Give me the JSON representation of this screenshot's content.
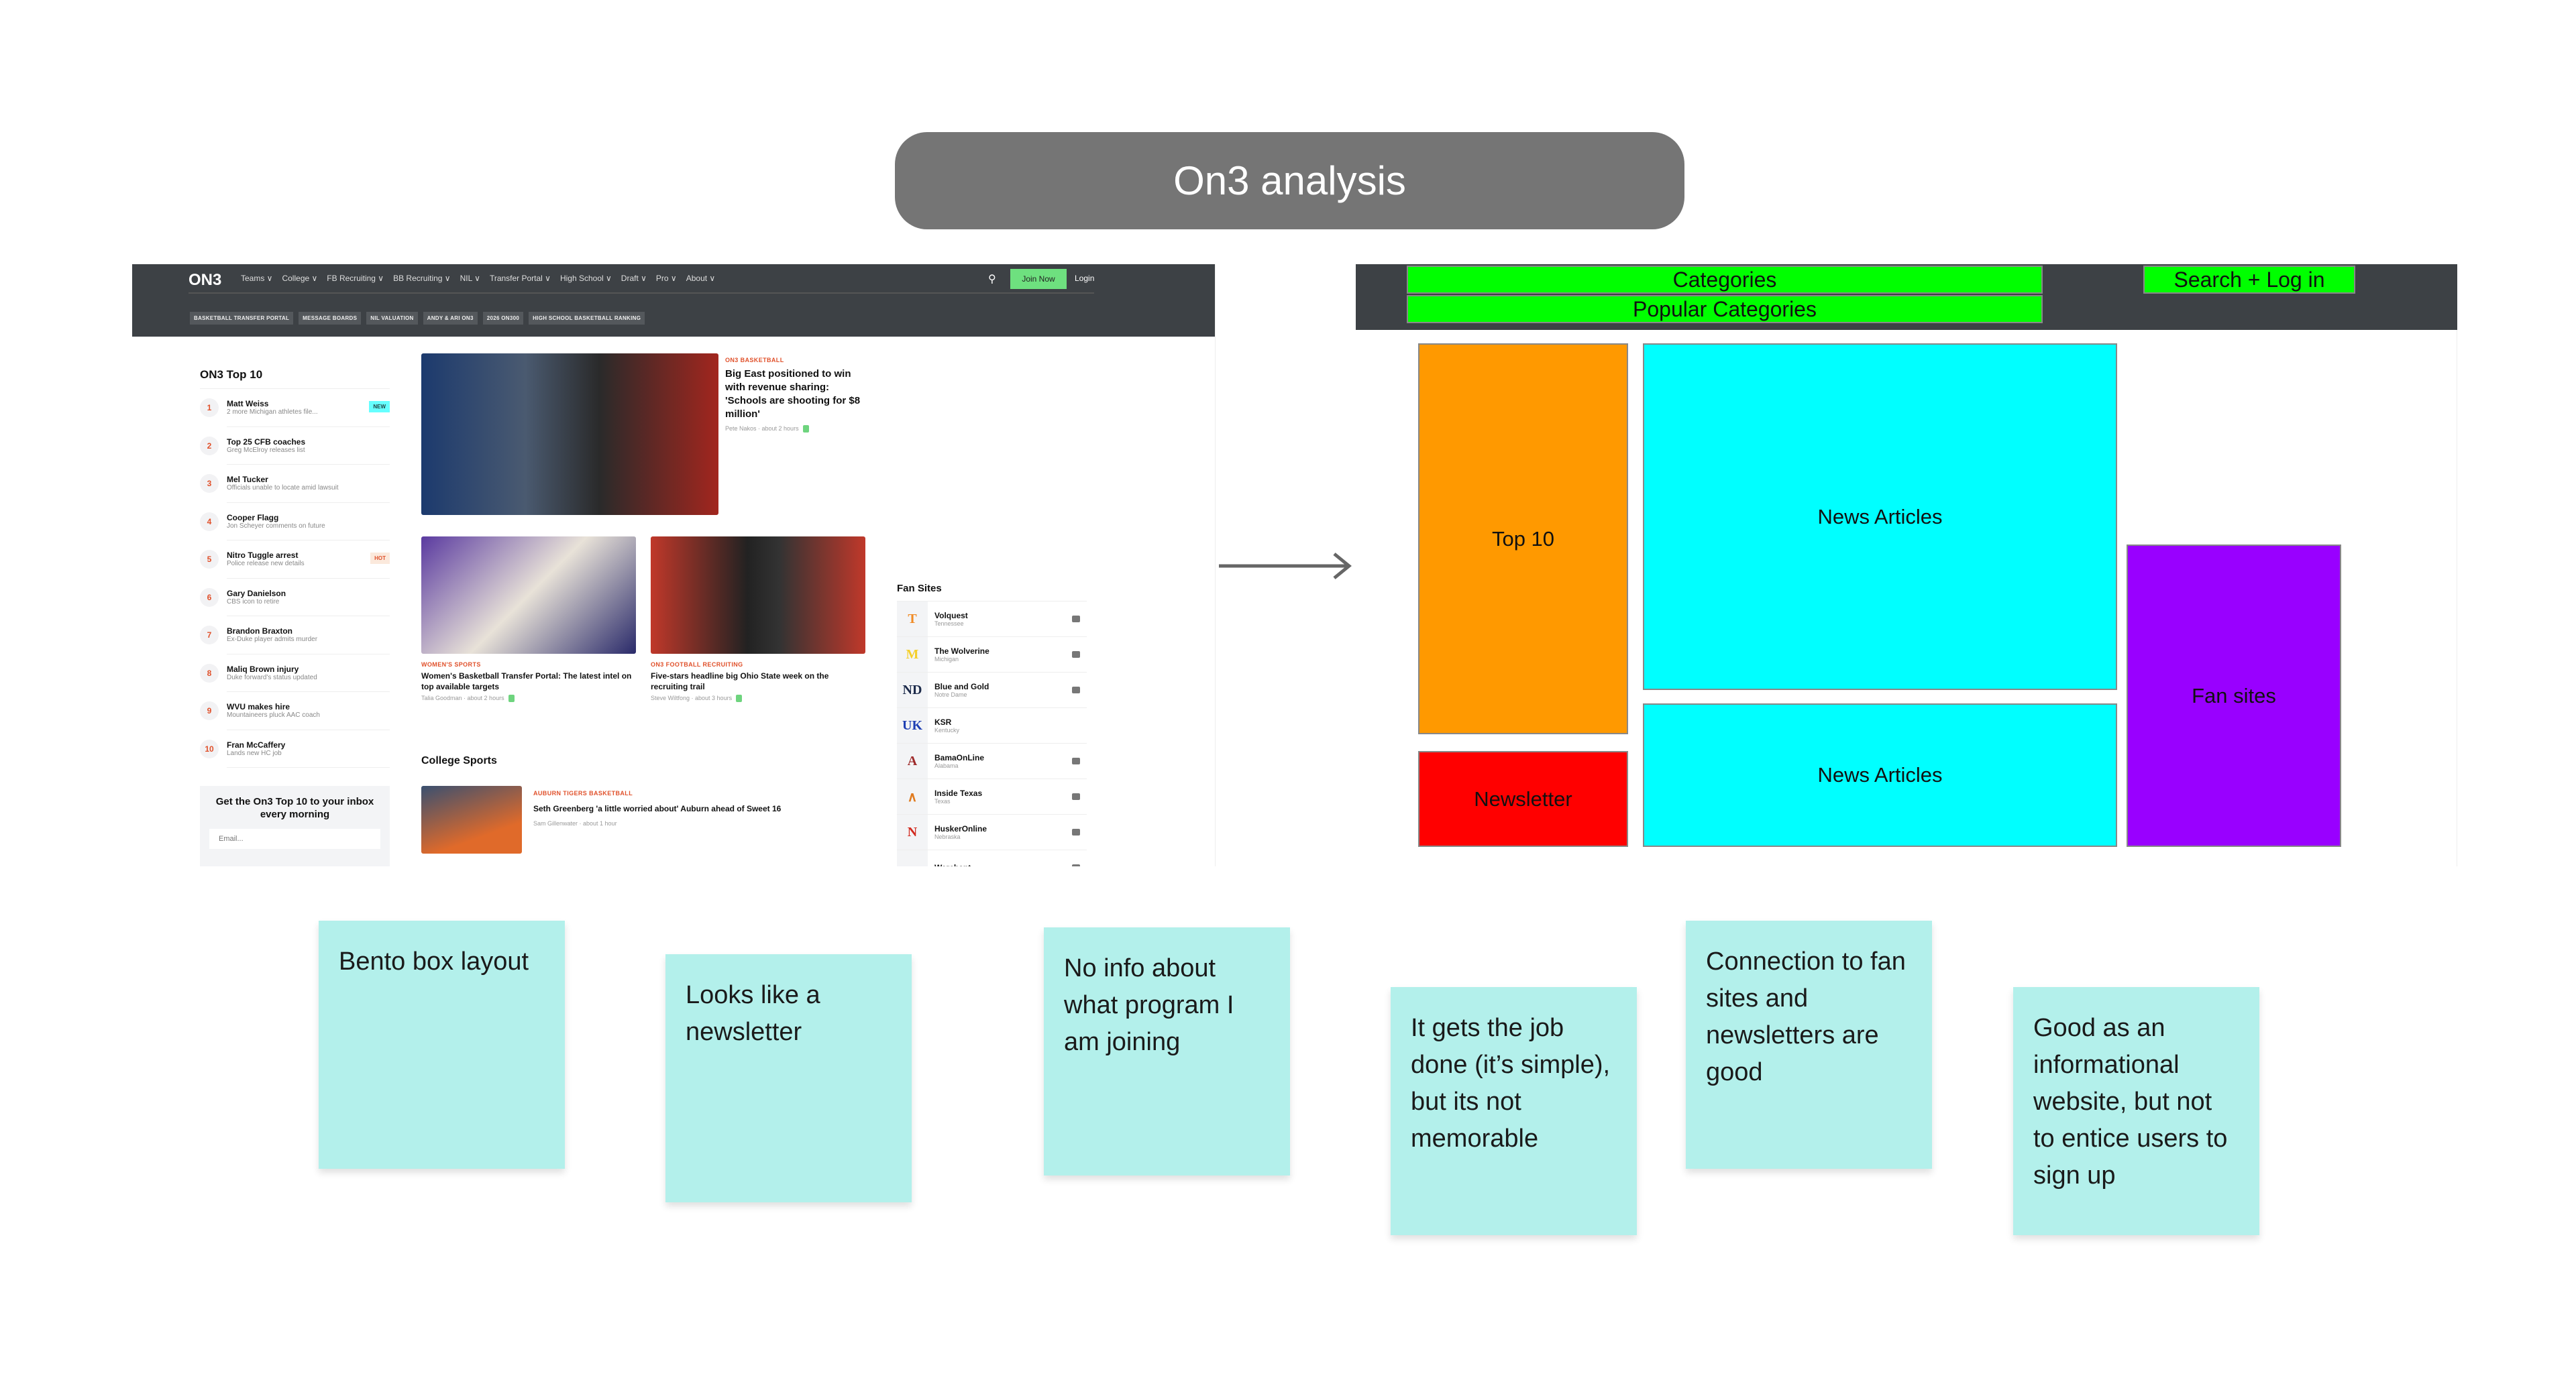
{
  "title": "On3 analysis",
  "site": {
    "logo": "ON3",
    "nav": [
      "Teams ∨",
      "College ∨",
      "FB Recruiting ∨",
      "BB Recruiting ∨",
      "NIL ∨",
      "Transfer Portal ∨",
      "High School ∨",
      "Draft ∨",
      "Pro ∨",
      "About ∨"
    ],
    "join": "Join Now",
    "login": "Login",
    "chips": [
      "BASKETBALL TRANSFER PORTAL",
      "MESSAGE BOARDS",
      "NIL VALUATION",
      "ANDY & ARI ON3",
      "2026 ON300",
      "HIGH SCHOOL BASKETBALL RANKING"
    ],
    "top10": {
      "title": "ON3 Top 10",
      "items": [
        {
          "n": "1",
          "name": "Matt Weiss",
          "sub": "2 more Michigan athletes file...",
          "badge": "NEW"
        },
        {
          "n": "2",
          "name": "Top 25 CFB coaches",
          "sub": "Greg McElroy releases list"
        },
        {
          "n": "3",
          "name": "Mel Tucker",
          "sub": "Officials unable to locate amid lawsuit"
        },
        {
          "n": "4",
          "name": "Cooper Flagg",
          "sub": "Jon Scheyer comments on future"
        },
        {
          "n": "5",
          "name": "Nitro Tuggle arrest",
          "sub": "Police release new details",
          "badge": "HOT"
        },
        {
          "n": "6",
          "name": "Gary Danielson",
          "sub": "CBS icon to retire"
        },
        {
          "n": "7",
          "name": "Brandon Braxton",
          "sub": "Ex-Duke player admits murder"
        },
        {
          "n": "8",
          "name": "Maliq Brown injury",
          "sub": "Duke forward's status updated"
        },
        {
          "n": "9",
          "name": "WVU makes hire",
          "sub": "Mountaineers pluck AAC coach"
        },
        {
          "n": "10",
          "name": "Fran McCaffery",
          "sub": "Lands new HC job"
        }
      ]
    },
    "newsletter": {
      "heading": "Get the On3 Top 10 to your inbox every morning",
      "placeholder": "Email..."
    },
    "hero": {
      "tag": "ON3 BASKETBALL",
      "title": "Big East positioned to win with revenue sharing: 'Schools are shooting for $8 million'",
      "meta": "Pete Nakos  · about 2 hours"
    },
    "cards": [
      {
        "tag": "WOMEN'S SPORTS",
        "title": "Women's Basketball Transfer Portal: The latest intel on top available targets",
        "meta": "Talia Goodman  · about 2 hours"
      },
      {
        "tag": "ON3 FOOTBALL RECRUITING",
        "title": "Five-stars headline big Ohio State week on the recruiting trail",
        "meta": "Steve Wiltfong  · about 3 hours"
      }
    ],
    "college": {
      "heading": "College Sports",
      "tag": "AUBURN TIGERS BASKETBALL",
      "title": "Seth Greenberg 'a little worried about' Auburn ahead of Sweet 16",
      "meta": "Sam Gillenwater · about 1 hour"
    },
    "fan_sites": {
      "title": "Fan Sites",
      "items": [
        {
          "name": "Volquest",
          "sub": "Tennessee",
          "logo": "T",
          "color": "#f08a24",
          "chat": true
        },
        {
          "name": "The Wolverine",
          "sub": "Michigan",
          "logo": "M",
          "color": "#f5cf2a",
          "chat": true
        },
        {
          "name": "Blue and Gold",
          "sub": "Notre Dame",
          "logo": "ND",
          "color": "#1c2a4a",
          "chat": true
        },
        {
          "name": "KSR",
          "sub": "Kentucky",
          "logo": "UK",
          "color": "#1f3fb3",
          "chat": false
        },
        {
          "name": "BamaOnLine",
          "sub": "Alabama",
          "logo": "A",
          "color": "#9e2a2a",
          "chat": true
        },
        {
          "name": "Inside Texas",
          "sub": "Texas",
          "logo": "∧",
          "color": "#e07b1f",
          "chat": true
        },
        {
          "name": "HuskerOnline",
          "sub": "Nebraska",
          "logo": "N",
          "color": "#d22a1f",
          "chat": true
        },
        {
          "name": "Warchant",
          "sub": "",
          "logo": "",
          "color": "#222",
          "chat": true
        }
      ]
    }
  },
  "wireframe": {
    "categories": "Categories",
    "popular": "Popular Categories",
    "search_login": "Search + Log in",
    "top10": "Top 10",
    "newsletter": "Newsletter",
    "news1": "News Articles",
    "news2": "News Articles",
    "fan_sites": "Fan sites",
    "colors": {
      "green": "#00ff00",
      "orange": "#ff9900",
      "red": "#ff0000",
      "cyan": "#00ffff",
      "purple": "#9900ff"
    }
  },
  "notes": [
    "Bento box layout",
    "Looks like a newsletter",
    "No info about what program I am joining",
    "It gets the job done (it’s simple), but its not memorable",
    "Connection to fan sites and newsletters are good",
    "Good as an informational website, but not to entice users to sign up"
  ]
}
